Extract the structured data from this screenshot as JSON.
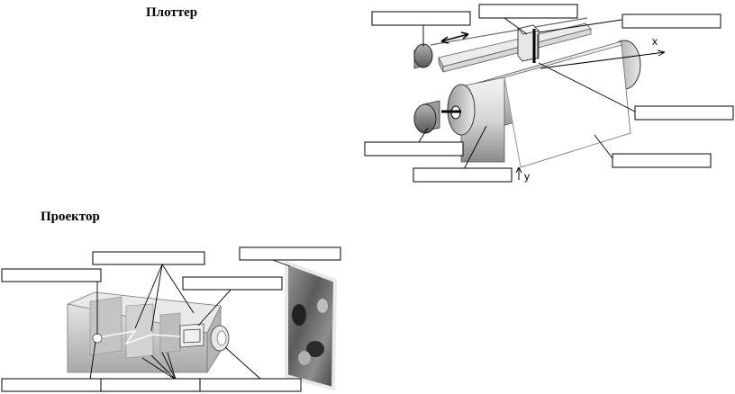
{
  "plotter": {
    "title": "Плоттер",
    "axis_x": "x",
    "axis_y": "y"
  },
  "projector": {
    "title": "Проектор"
  },
  "colors": {
    "outline": "#000000",
    "roller_light": "#e0e0e0",
    "roller_dark": "#7a7a7a",
    "projector_body": "#cfcfcf"
  }
}
